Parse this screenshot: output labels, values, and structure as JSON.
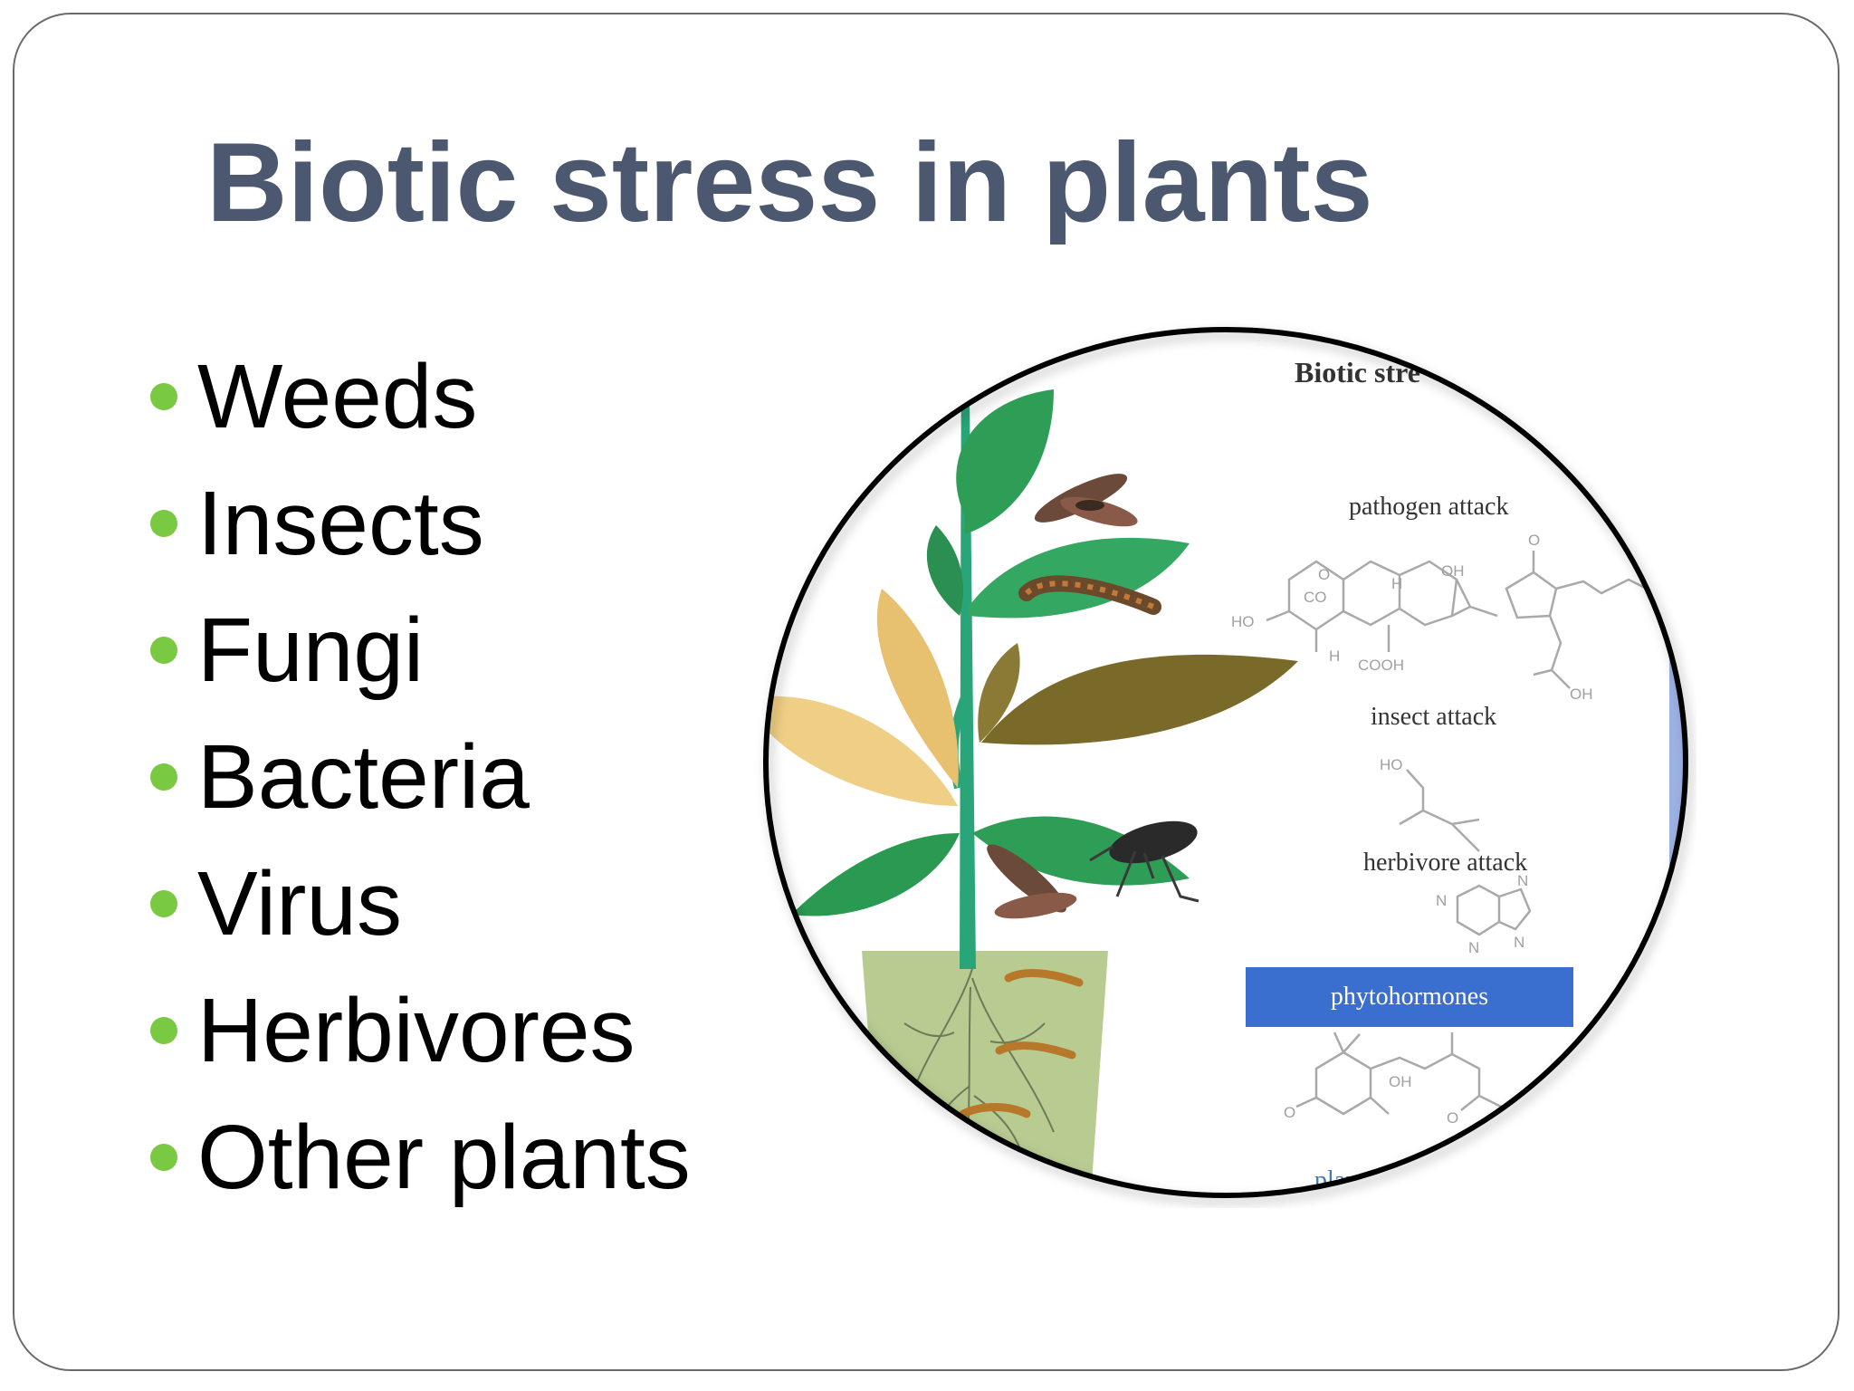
{
  "slide": {
    "title": "Biotic stress in plants",
    "bullet_color": "#7ac943",
    "bullets": [
      "Weeds",
      "Insects",
      "Fungi",
      "Bacteria",
      "Virus",
      "Herbivores",
      "Other plants"
    ]
  },
  "figure": {
    "heading": "Biotic stre",
    "labels": {
      "pathogen": "pathogen attack",
      "insect": "insect attack",
      "herbivore": "herbivore attack",
      "phytohormones": "phytohormones",
      "bottom_fragment": "plan"
    },
    "chem_labels": {
      "oh1": "OH",
      "h1": "H",
      "co": "CO",
      "ho1": "HO",
      "h2": "H",
      "cooh": "COOH",
      "o1": "O",
      "o2": "O",
      "oh2": "OH",
      "ho2": "HO",
      "n1": "N",
      "n2": "N",
      "n3": "N",
      "n4": "N",
      "oh3": "OH",
      "o3": "O",
      "o4": "O"
    },
    "colors": {
      "phytohormones_box": "#3a6fd0",
      "stem": "#2aa57a",
      "leaf_green": "#2e9e57",
      "leaf_yellow": "#e8c170",
      "leaf_olive": "#7a6a2a",
      "pot": "#b8cc92"
    }
  }
}
